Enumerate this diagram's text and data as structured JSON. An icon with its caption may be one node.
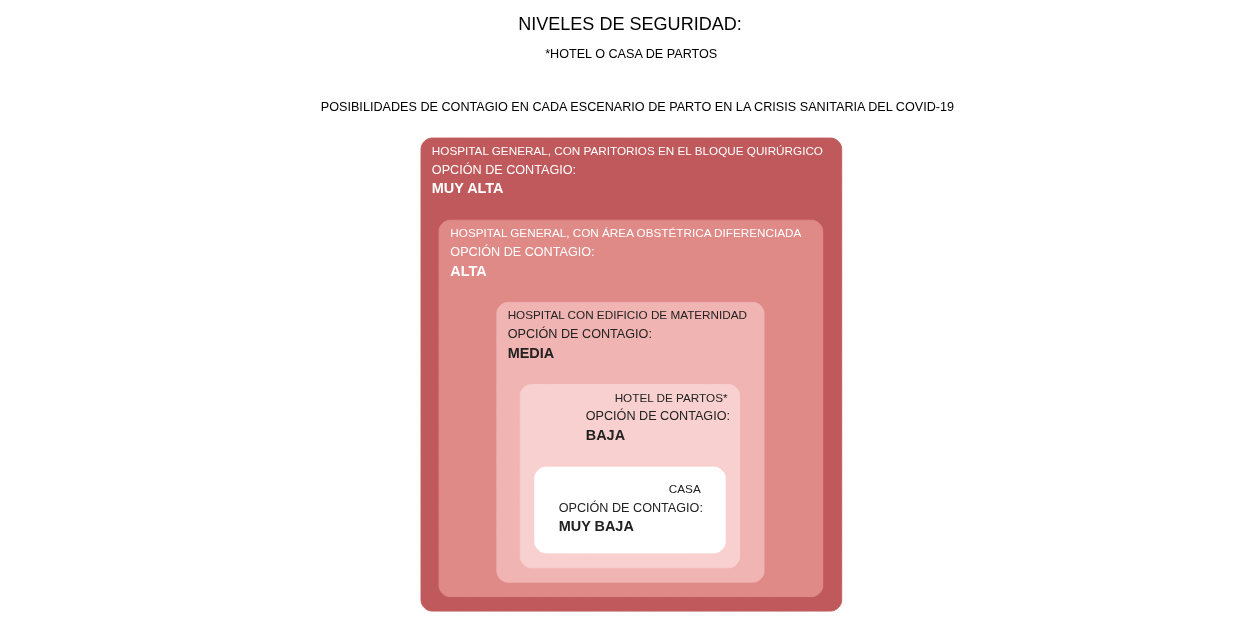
{
  "diagram": {
    "title": "NIVELES DE SEGURIDAD:",
    "nodes": [
      {
        "text": [
          "HOSPITAL GENERAL, CON PARITORIOS EN EL BLOQUE QUIRÚRGICO",
          "OPCIÓN DE CONTAGIO:",
          "MUY ALTA"
        ]
      },
      {
        "text": [
          "HOSPITAL GENERAL, CON ÁREA OBSTÉTRICA DIFERENCIADA",
          "OPCIÓN DE CONTAGIO:",
          "ALTA"
        ],
        "in": 0
      },
      {
        "text": [
          "HOSPITAL CON EDIFICIO DE MATERNIDAD",
          "OPCIÓN DE CONTAGIO:",
          "MEDIA"
        ],
        "in": 1
      },
      {
        "text": [
          "HOTEL DE PARTOS*",
          "OPCIÓN DE CONTAGIO:",
          "BAJA"
        ],
        "in": 2
      },
      {
        "text": [
          "CASA",
          "OPCIÓN DE CONTAGIO:",
          "MUY BAJA"
        ],
        "in": 3
      }
    ],
    "edges": [],
    "labels": [
      "POSIBILIDADES DE CONTAGIO EN CADA ESCENARIO DE PARTO EN LA CRISIS SANITARIA DEL COVID-19",
      "*HOTEL O CASA DE PARTOS"
    ]
  }
}
